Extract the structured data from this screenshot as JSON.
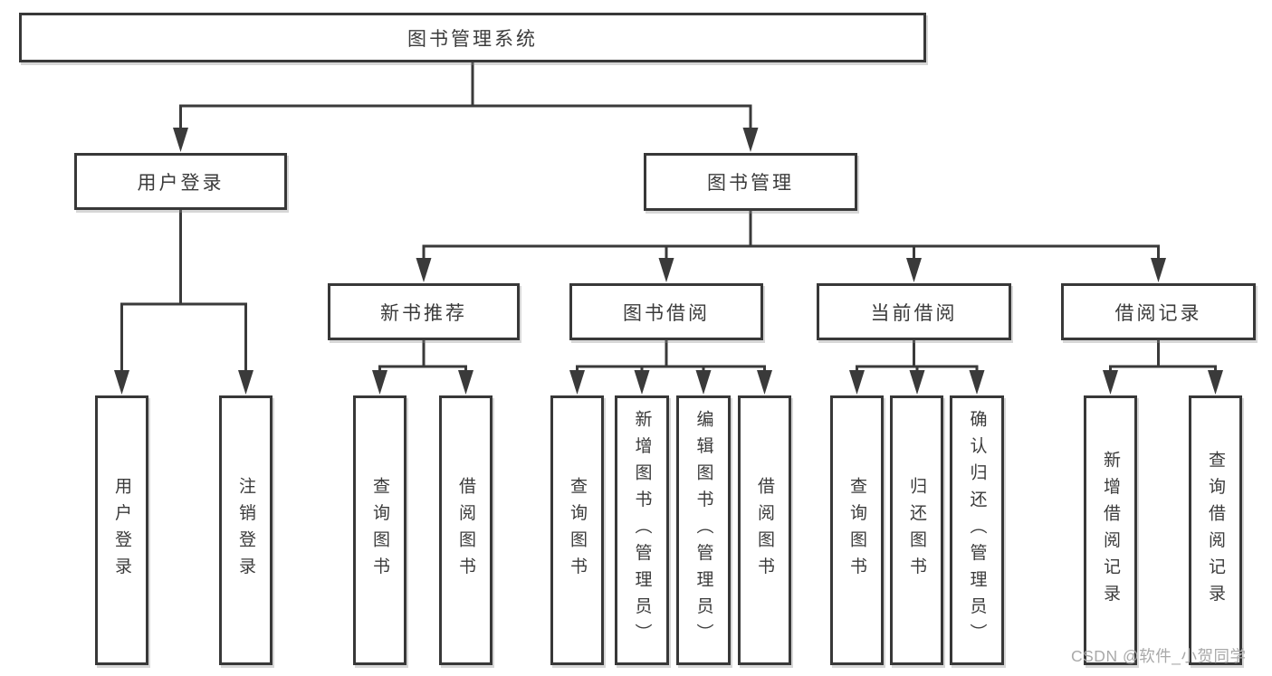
{
  "tree": {
    "root": {
      "label": "图书管理系统",
      "children": [
        {
          "label": "用户登录",
          "children": [
            {
              "label": "用户登录"
            },
            {
              "label": "注销登录"
            }
          ]
        },
        {
          "label": "图书管理",
          "children": [
            {
              "label": "新书推荐",
              "children": [
                {
                  "label": "查询图书"
                },
                {
                  "label": "借阅图书"
                }
              ]
            },
            {
              "label": "图书借阅",
              "children": [
                {
                  "label": "查询图书"
                },
                {
                  "label": "新增图书（管理员）"
                },
                {
                  "label": "编辑图书（管理员）"
                },
                {
                  "label": "借阅图书"
                }
              ]
            },
            {
              "label": "当前借阅",
              "children": [
                {
                  "label": "查询图书"
                },
                {
                  "label": "归还图书"
                },
                {
                  "label": "确认归还（管理员）"
                }
              ]
            },
            {
              "label": "借阅记录",
              "children": [
                {
                  "label": "新增借阅记录"
                },
                {
                  "label": "查询借阅记录"
                }
              ]
            }
          ]
        }
      ]
    }
  },
  "watermark": {
    "text": "CSDN @软件_小贺同学",
    "color": "#a9a9a9"
  },
  "colors": {
    "line": "#3a3a3a",
    "box_border": "#383838",
    "box_background": "#ffffff",
    "text": "#3b3b3b",
    "page_background": "#ffffff"
  }
}
